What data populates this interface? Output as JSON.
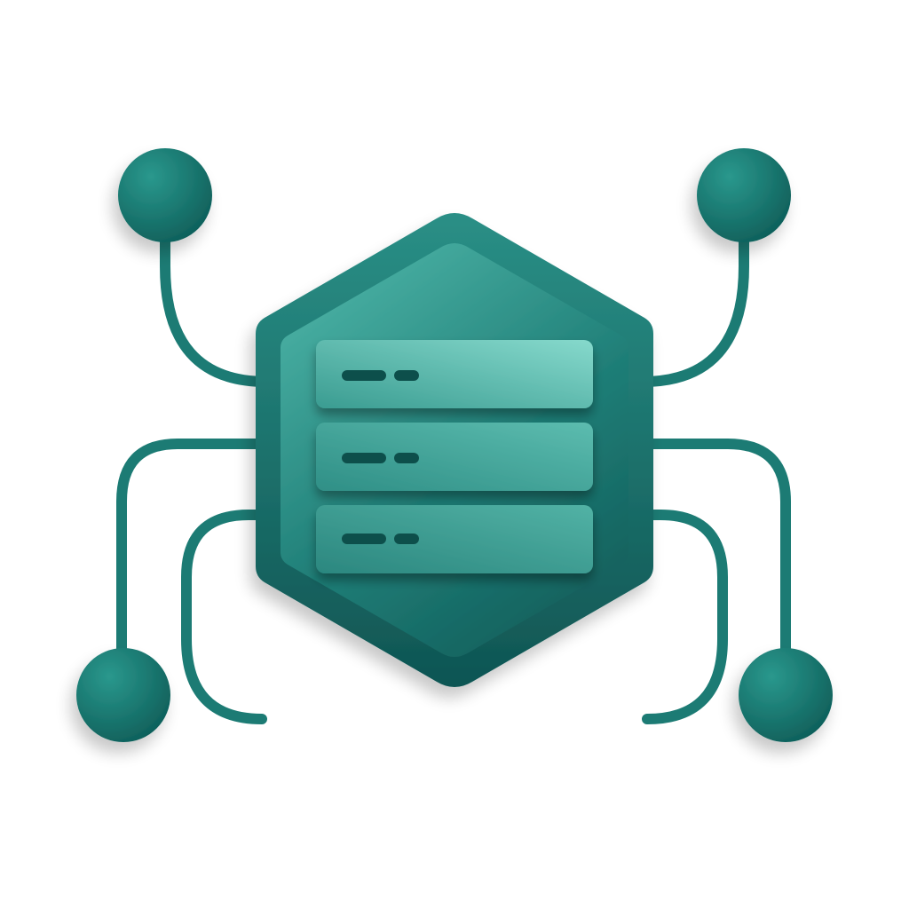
{
  "illustration": {
    "icon_name": "database-server-network-icon",
    "components": {
      "hexagon": "hexagon-shield-icon",
      "server_stack": "server-stack-icon",
      "nodes": "network-node-icon",
      "connectors": "connector-line-icon"
    },
    "server_units": 3,
    "network_nodes": 4,
    "open_connector_ends": 2
  },
  "colors": {
    "background": "#ffffff",
    "teal_primary": "#177a73",
    "teal_dark": "#0f5c58",
    "teal_mid": "#2a8f86",
    "teal_light": "#6fcdbf",
    "slot_dark": "#10504c"
  }
}
